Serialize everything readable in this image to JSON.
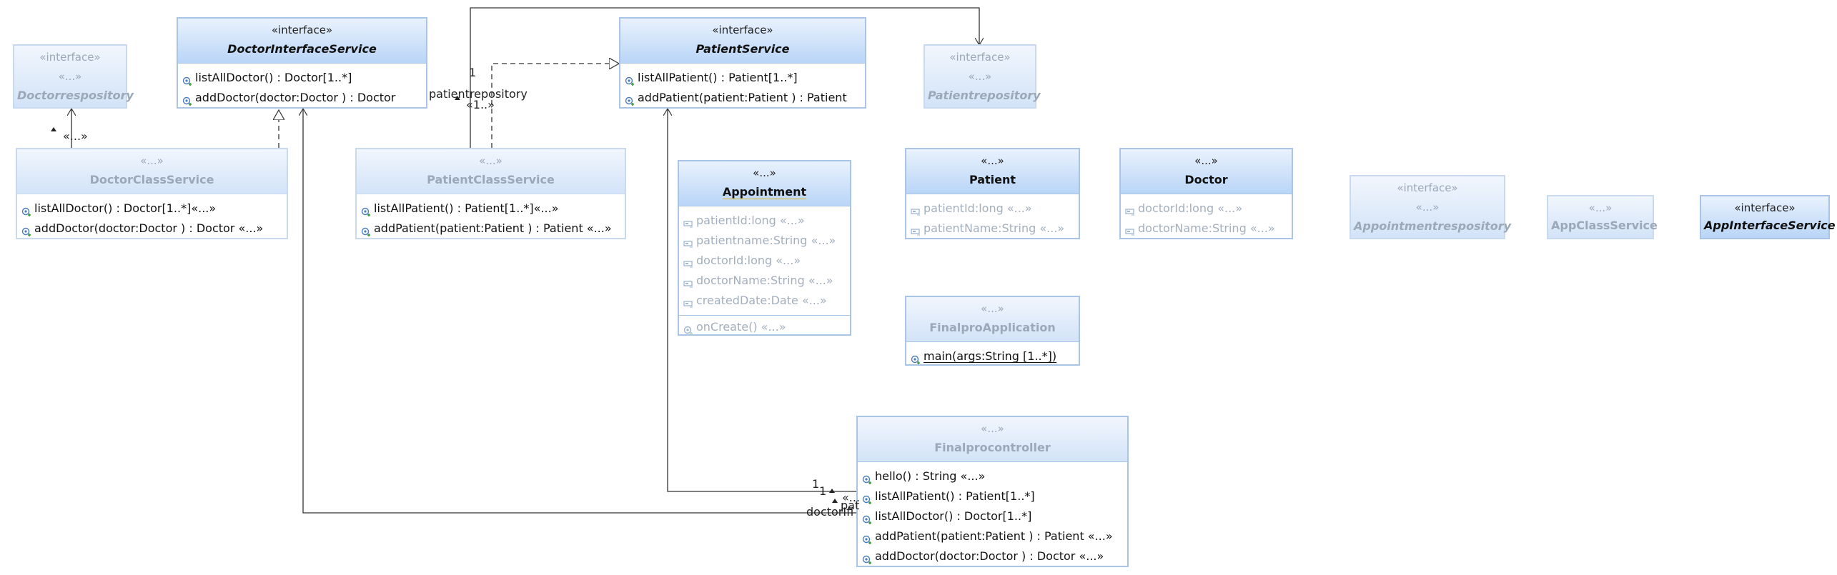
{
  "classes": {
    "doctorrespository": {
      "stereotype": "«interface»",
      "stereotype2": "«...»",
      "name": "Doctorrespository"
    },
    "doctorinterfaceservice": {
      "stereotype": "«interface»",
      "name": "DoctorInterfaceService",
      "ops": [
        "listAllDoctor() : Doctor[1..*]",
        "addDoctor(doctor:Doctor ) : Doctor"
      ]
    },
    "patientservice": {
      "stereotype": "«interface»",
      "name": "PatientService",
      "ops": [
        "listAllPatient() : Patient[1..*]",
        "addPatient(patient:Patient ) : Patient"
      ]
    },
    "patientrepository": {
      "stereotype": "«interface»",
      "stereotype2": "«...»",
      "name": "Patientrepository"
    },
    "doctorclassservice": {
      "stereotype": "«...»",
      "name": "DoctorClassService",
      "ops": [
        "listAllDoctor() : Doctor[1..*]«...»",
        "addDoctor(doctor:Doctor ) : Doctor «...»"
      ]
    },
    "patientclassservice": {
      "stereotype": "«...»",
      "name": "PatientClassService",
      "ops": [
        "listAllPatient() : Patient[1..*]«...»",
        "addPatient(patient:Patient ) : Patient «...»"
      ]
    },
    "appointment": {
      "stereotype": "«...»",
      "name": "Appointment",
      "attrs": [
        "patientId:long «...»",
        "patientname:String «...»",
        "doctorId:long «...»",
        "doctorName:String «...»",
        "createdDate:Date «...»"
      ],
      "ops": [
        "onCreate() «...»"
      ]
    },
    "patient": {
      "stereotype": "«...»",
      "name": "Patient",
      "attrs": [
        "patientId:long «...»",
        "patientName:String «...»"
      ]
    },
    "doctor": {
      "stereotype": "«...»",
      "name": "Doctor",
      "attrs": [
        "doctorId:long «...»",
        "doctorName:String «...»"
      ]
    },
    "appointmentrespository": {
      "stereotype": "«interface»",
      "stereotype2": "«...»",
      "name": "Appointmentrespository"
    },
    "appclassservice": {
      "stereotype": "«...»",
      "name": "AppClassService"
    },
    "appinterfaceservice": {
      "stereotype": "«interface»",
      "name": "AppInterfaceService"
    },
    "finalproapplication": {
      "stereotype": "«...»",
      "name": "FinalproApplication",
      "ops": [
        "main(args:String [1..*])"
      ]
    },
    "finalprocontroller": {
      "stereotype": "«...»",
      "name": "Finalprocontroller",
      "ops": [
        "hello() : String «...»",
        "listAllPatient() : Patient[1..*]",
        "listAllDoctor() : Doctor[1..*]",
        "addPatient(patient:Patient ) : Patient «...»",
        "addDoctor(doctor:Doctor ) : Doctor «...»"
      ]
    }
  },
  "labels": {
    "doctor_dep": "«...»",
    "pr_mult": "1",
    "pr_role": "patientrepository",
    "pr_dep": "«1..»",
    "ctrl_mult1": "1",
    "ctrl_mult2": "1",
    "ctrl_dep": "«...",
    "ctrl_role_doctor": "doctorIfi",
    "ctrl_role_pat": "pat"
  },
  "colors": {
    "header_top": "#e9f2fd",
    "header_bottom": "#b9d5f7",
    "border": "#a9c4e4",
    "line": "#333333",
    "dim_text": "#a3afbd"
  }
}
